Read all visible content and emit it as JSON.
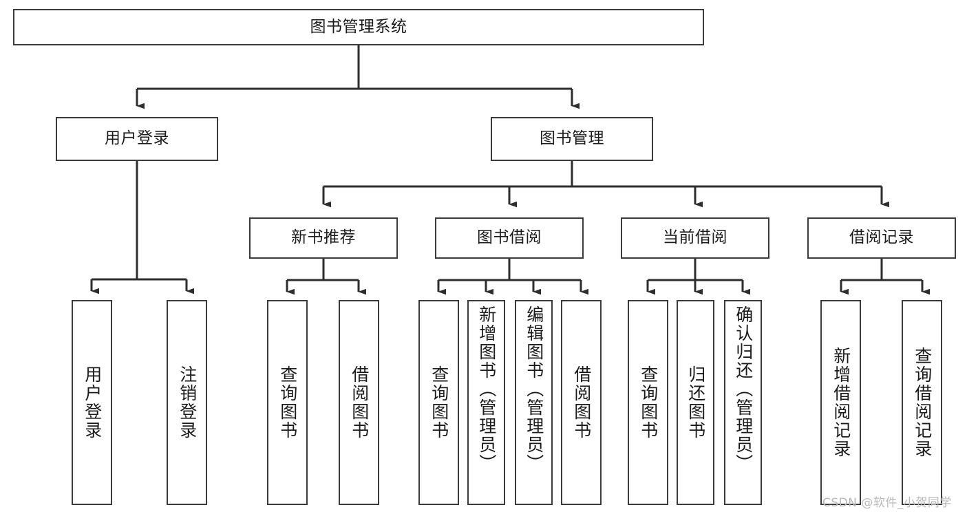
{
  "diagram": {
    "type": "tree-hierarchy",
    "title": "图书管理系统",
    "orientation": "top-down",
    "colors": {
      "box_stroke": "#3a3a3a",
      "box_fill": "#ffffff",
      "connector": "#2d2d2d",
      "text": "#1b1b1b",
      "watermark": "#b9b9b9"
    },
    "root": {
      "label": "图书管理系统"
    },
    "level2": [
      {
        "label": "用户登录"
      },
      {
        "label": "图书管理"
      }
    ],
    "level3": [
      {
        "label": "新书推荐"
      },
      {
        "label": "图书借阅"
      },
      {
        "label": "当前借阅"
      },
      {
        "label": "借阅记录"
      }
    ],
    "leaves": {
      "user_login": [
        {
          "label": "用户登录"
        },
        {
          "label": "注销登录"
        }
      ],
      "new_book_recommend": [
        {
          "label": "查询图书"
        },
        {
          "label": "借阅图书"
        }
      ],
      "book_borrow": [
        {
          "label": "查询图书"
        },
        {
          "label": "新增图书（管理员）"
        },
        {
          "label": "编辑图书（管理员）"
        },
        {
          "label": "借阅图书"
        }
      ],
      "current_borrow": [
        {
          "label": "查询图书"
        },
        {
          "label": "归还图书"
        },
        {
          "label": "确认归还（管理员）"
        }
      ],
      "borrow_record": [
        {
          "label": "新增借阅记录"
        },
        {
          "label": "查询借阅记录"
        }
      ]
    }
  },
  "watermark": {
    "text": "CSDN @软件_小贺同学"
  }
}
